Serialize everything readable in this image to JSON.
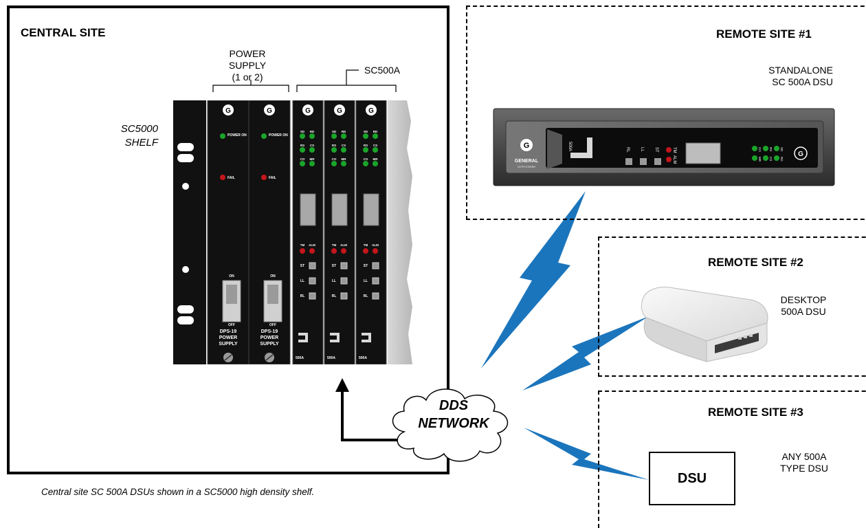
{
  "central_site": {
    "title": "CENTRAL SITE",
    "power_supply_label": [
      "POWER",
      "SUPPLY",
      "(1 or 2)"
    ],
    "sc500a_label": "SC500A",
    "shelf_label": [
      "SC5000",
      "SHELF"
    ],
    "power_modules": [
      {
        "power_led": "POWER ON",
        "fail_led": "FAIL",
        "switch_on": "ON",
        "switch_off": "OFF",
        "name": [
          "DPS-19",
          "POWER",
          "SUPPLY"
        ]
      },
      {
        "power_led": "POWER ON",
        "fail_led": "FAIL",
        "switch_on": "ON",
        "switch_off": "OFF",
        "name": [
          "DPS-19",
          "POWER",
          "SUPPLY"
        ]
      }
    ],
    "dsu_cards": [
      {
        "leds": [
          "SD",
          "RD",
          "RS",
          "CS",
          "CO",
          "MR"
        ],
        "alarm_leds": [
          "TM",
          "ALM"
        ],
        "buttons": [
          "ST",
          "LL",
          "RL"
        ],
        "model": "500A"
      },
      {
        "leds": [
          "SD",
          "RD",
          "RS",
          "CS",
          "CO",
          "MR"
        ],
        "alarm_leds": [
          "TM",
          "ALM"
        ],
        "buttons": [
          "ST",
          "LL",
          "RL"
        ],
        "model": "500A"
      },
      {
        "leds": [
          "SD",
          "RD",
          "RS",
          "CS",
          "CO",
          "MR"
        ],
        "alarm_leds": [
          "TM",
          "ALM"
        ],
        "buttons": [
          "ST",
          "LL",
          "RL"
        ],
        "model": "500A"
      }
    ]
  },
  "network": {
    "label": [
      "DDS",
      "NETWORK"
    ]
  },
  "remote_site_1": {
    "title": "REMOTE SITE #1",
    "description": [
      "STANDALONE",
      "SC 500A DSU"
    ],
    "unit": {
      "brand": "GENERAL",
      "brand_sub": "DATACOMM",
      "model": "500A",
      "buttons": [
        "RL",
        "LL",
        "ST"
      ],
      "alarm_leds": [
        "TM",
        "ALM"
      ],
      "leds": [
        "CO",
        "MR",
        "RS",
        "CS",
        "SD",
        "RD"
      ]
    }
  },
  "remote_site_2": {
    "title": "REMOTE SITE #2",
    "description": [
      "DESKTOP",
      "500A DSU"
    ]
  },
  "remote_site_3": {
    "title": "REMOTE SITE #3",
    "description": [
      "ANY 500A",
      "TYPE DSU"
    ],
    "box_label": "DSU"
  },
  "caption": "Central site SC 500A DSUs shown in a SC5000 high density shelf.",
  "colors": {
    "led_green": "#1aa52a",
    "led_red": "#c4161c",
    "link_blue": "#1b75bc",
    "panel_black": "#111111"
  }
}
